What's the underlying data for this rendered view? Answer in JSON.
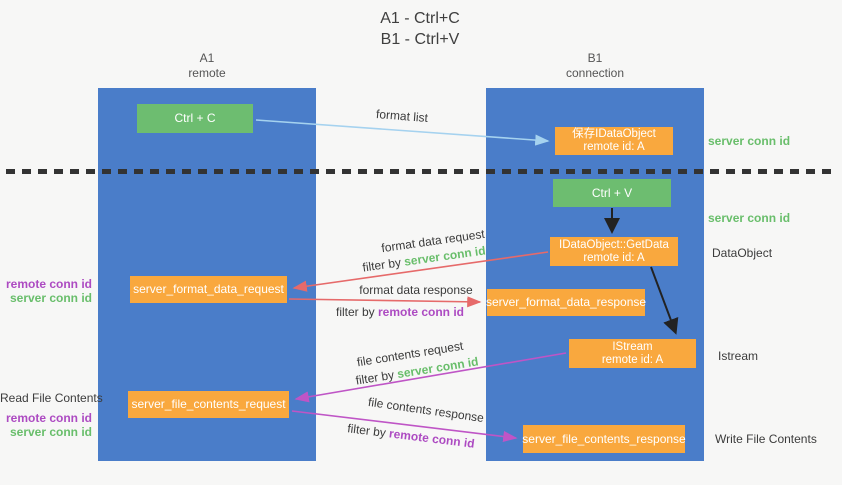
{
  "title": {
    "line1": "A1 - Ctrl+C",
    "line2": "B1 - Ctrl+V"
  },
  "lanes": {
    "a1": {
      "title": "A1",
      "subtitle": "remote"
    },
    "b1": {
      "title": "B1",
      "subtitle": "connection"
    }
  },
  "nodes": {
    "ctrl_c": {
      "label": "Ctrl + C"
    },
    "ctrl_v": {
      "label": "Ctrl + V"
    },
    "save_idataobject": {
      "line1": "保存IDataObject",
      "line2": "remote id: A"
    },
    "getdata": {
      "line1": "IDataObject::GetData",
      "line2": "remote id: A"
    },
    "istream": {
      "line1": "IStream",
      "line2": "remote id: A"
    },
    "format_request": {
      "label": "server_format_data_request"
    },
    "format_response": {
      "label": "server_format_data_response"
    },
    "file_request": {
      "label": "server_file_contents_request"
    },
    "file_response": {
      "label": "server_file_contents_response"
    }
  },
  "arrows": {
    "format_list": {
      "label": "format list"
    },
    "format_data_request": {
      "label": "format data request",
      "filter_prefix": "filter by ",
      "filter_key": "server conn id"
    },
    "format_data_response": {
      "label": "format data response",
      "filter_prefix": "filter by ",
      "filter_key": "remote conn id"
    },
    "file_contents_request": {
      "label": "file contents request",
      "filter_prefix": "filter by ",
      "filter_key": "server conn id"
    },
    "file_contents_response": {
      "label": "file contents response",
      "filter_prefix": "filter by ",
      "filter_key": "remote conn id"
    }
  },
  "side_labels": {
    "left_format_remote": "remote conn id",
    "left_format_server": "server conn id",
    "left_read": "Read File Contents",
    "left_file_remote": "remote conn id",
    "left_file_server": "server conn id",
    "right_server_conn_top": "server conn id",
    "right_server_conn_mid": "server conn id",
    "right_dataobject": "DataObject",
    "right_istream": "Istream",
    "right_write": "Write File Contents"
  },
  "colors": {
    "lane_blue": "#4a7dc9",
    "box_green": "#6dbd70",
    "box_orange": "#f9a83e",
    "arrow_red": "#e66a6a",
    "arrow_magenta": "#bf55c6",
    "arrow_light_blue": "#a5d2ef",
    "arrow_black": "#222222",
    "text_green": "#69be6b",
    "text_purple": "#ad4bc2",
    "divider_dark": "#333333",
    "background": "#f7f7f6"
  }
}
